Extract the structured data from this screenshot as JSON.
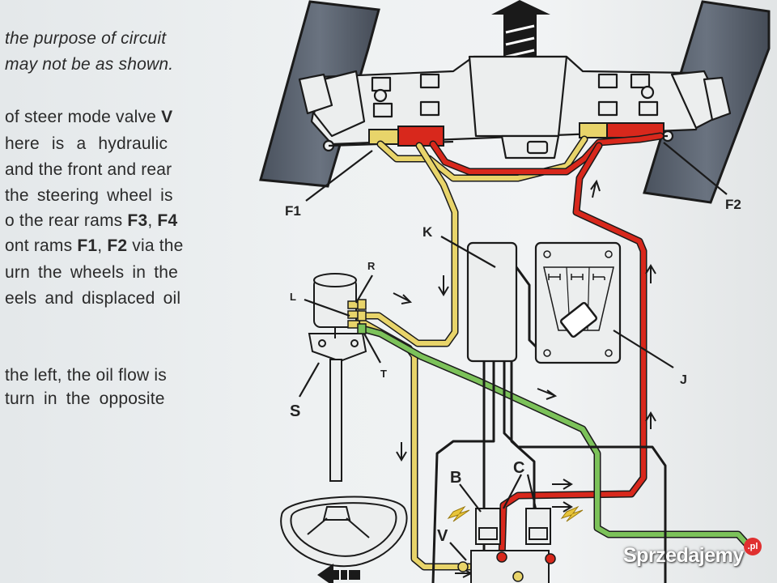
{
  "text_lines": [
    {
      "pre": "the purpose of circuit",
      "bold": "",
      "post": "",
      "italic": true
    },
    {
      "pre": "may not be as shown.",
      "bold": "",
      "post": "",
      "italic": true
    },
    {
      "pre": "of steer mode valve ",
      "bold": "V",
      "post": "",
      "italic": false
    },
    {
      "pre": "here is a hydraulic",
      "bold": "",
      "post": "",
      "italic": false
    },
    {
      "pre": "and the front and rear",
      "bold": "",
      "post": "",
      "italic": false
    },
    {
      "pre": "the steering wheel is",
      "bold": "",
      "post": "",
      "italic": false
    },
    {
      "pre": "o the rear rams ",
      "bold": "F3",
      "post": ", ",
      "bold2": "F4",
      "italic": false
    },
    {
      "pre": "ont rams ",
      "bold": "F1",
      "post": ", ",
      "bold2": "F2",
      "post2": " via the",
      "italic": false
    },
    {
      "pre": "urn the wheels in the",
      "bold": "",
      "post": "",
      "italic": false
    },
    {
      "pre": "eels and displaced oil",
      "bold": "",
      "post": "",
      "italic": false
    },
    {
      "pre": "the left, the oil flow is",
      "bold": "",
      "post": "",
      "italic": false
    },
    {
      "pre": "turn in the opposite",
      "bold": "",
      "post": "",
      "italic": false
    }
  ],
  "diagram": {
    "labels": {
      "f1": "F1",
      "f2": "F2",
      "k": "K",
      "r": "R",
      "l": "L",
      "t": "T",
      "s": "S",
      "j": "J",
      "b": "B",
      "c": "C",
      "v": "V"
    },
    "colors": {
      "yellow_line": "#e8d46a",
      "red_line": "#d8281c",
      "green_line": "#7cc25a",
      "black_line": "#1a1a1a",
      "tyre": "#565e6a"
    }
  },
  "watermark": {
    "brand": "Sprzedajemy",
    "badge": ".pl"
  }
}
